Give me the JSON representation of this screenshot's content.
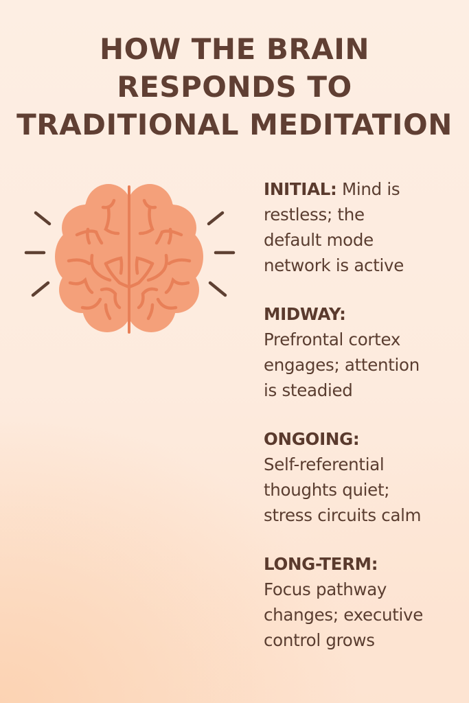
{
  "title": {
    "lines": [
      "HOW THE BRAIN",
      "RESPONDS TO",
      "TRADITIONAL MEDITATION"
    ]
  },
  "illustration": {
    "icon": "brain-icon",
    "rays": 6,
    "colors": {
      "brain_fill": "#f4a07a",
      "brain_folds": "#e88058",
      "rays": "#5e4032"
    }
  },
  "stages": [
    {
      "label": "INITIAL:",
      "first_line_rest": " Mind is",
      "lines": [
        "restless; the",
        "default mode",
        "network is active"
      ]
    },
    {
      "label": "MIDWAY:",
      "first_line_rest": "",
      "lines": [
        "Prefrontal cortex",
        "engages; attention",
        "is steadied"
      ]
    },
    {
      "label": "ONGOING:",
      "first_line_rest": "",
      "lines": [
        "Self-referential",
        "thoughts quiet;",
        "stress circuits calm"
      ]
    },
    {
      "label": "LONG-TERM:",
      "first_line_rest": "",
      "lines": [
        "Focus pathway",
        "changes; executive",
        "control grows"
      ]
    }
  ],
  "colors": {
    "text": "#5e4032",
    "background_top": "#fdeee3",
    "background_glow": "#fcd3b3"
  }
}
